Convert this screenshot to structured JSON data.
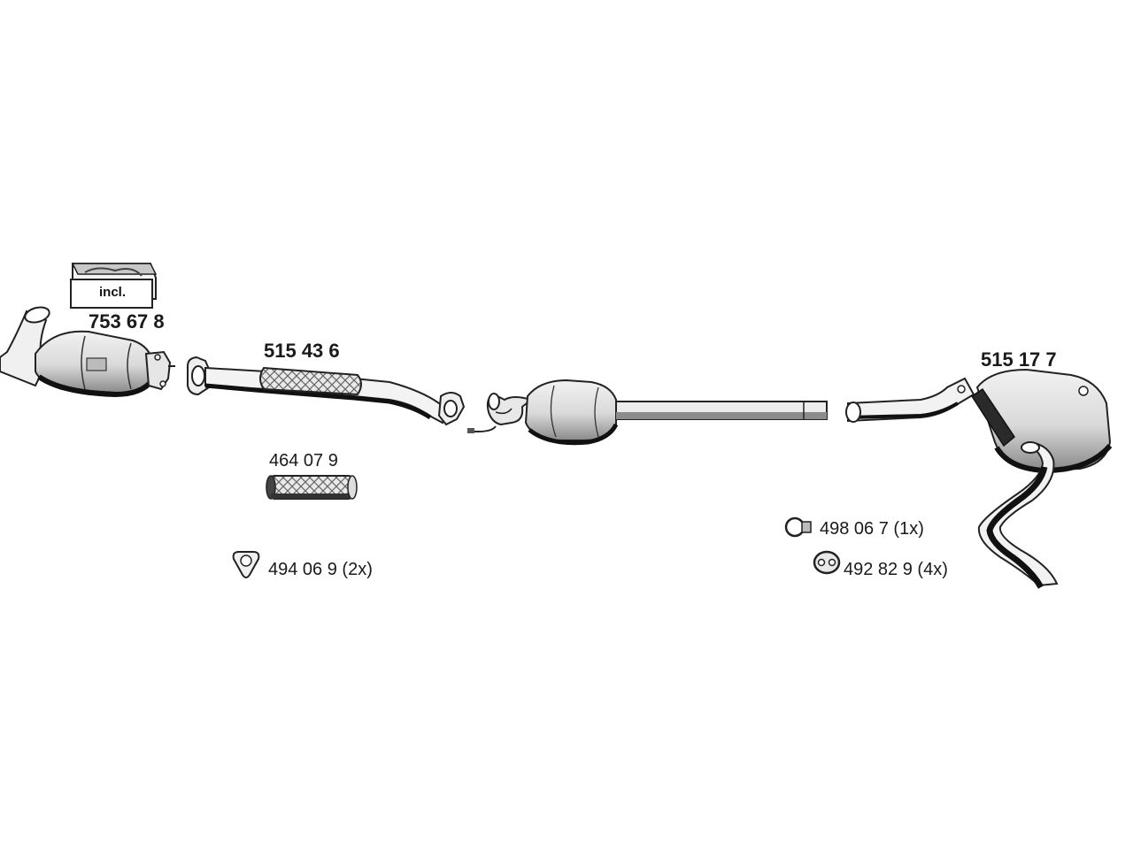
{
  "parts": {
    "catalytic_front": {
      "number": "753 67 8",
      "badge": "incl."
    },
    "front_pipe": {
      "number": "515 43 6"
    },
    "flex_pipe": {
      "number": "464 07 9"
    },
    "gasket": {
      "number": "494 06 9",
      "qty": "(2x)"
    },
    "rear_muffler": {
      "number": "515 17 7"
    },
    "clamp": {
      "number": "498 06 7",
      "qty": "(1x)"
    },
    "rubber_mount": {
      "number": "492 82 9",
      "qty": "(4x)"
    }
  },
  "colors": {
    "line": "#222222",
    "shade": "#8c8c8c",
    "light": "#d4d4d4",
    "fill": "#ececec"
  }
}
